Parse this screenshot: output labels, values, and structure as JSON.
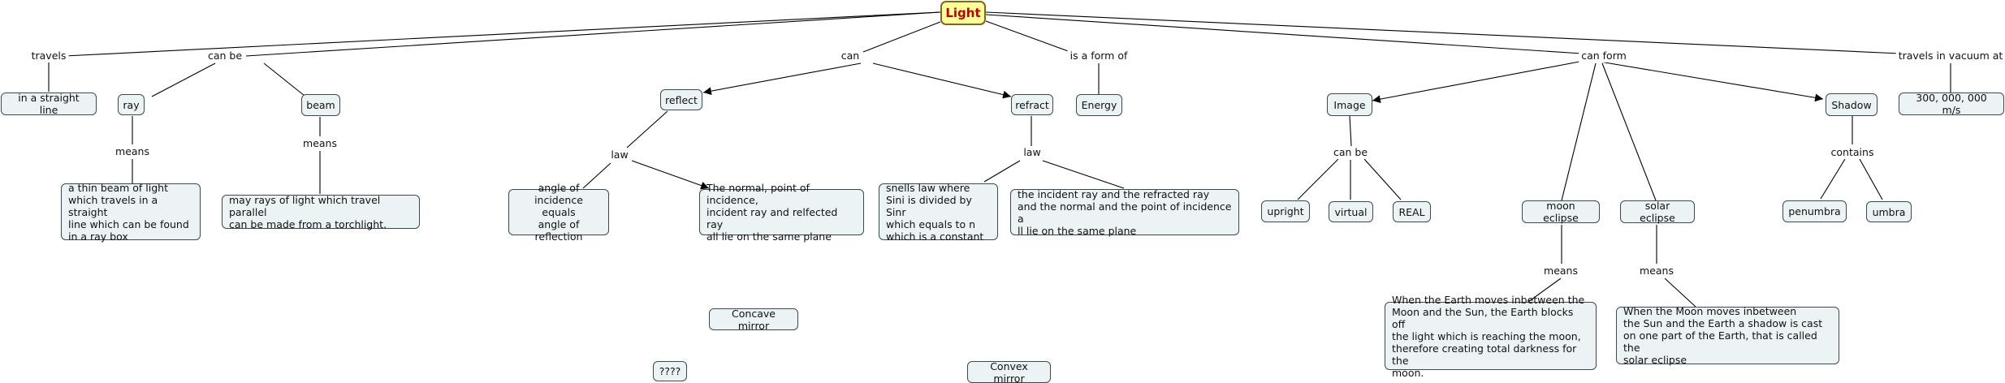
{
  "root": "Light",
  "nodes": {
    "straight_line": "in a straight line",
    "ray": "ray",
    "beam": "beam",
    "ray_desc": "a thin beam of light\nwhich travels in a straight\nline which can be found\nin a ray box",
    "beam_desc": "may rays of light which travel parallel\ncan be made from a torchlight.",
    "reflect": "reflect",
    "refract": "refract",
    "energy": "Energy",
    "incidence_reflection": "angle of incidence\nequals\nangle of reflection",
    "normal_plane": "The normal, point of incidence,\n incident ray and relfected ray\nall lie on the same plane",
    "snells": "snells law where\nSini is divided by Sinr\nwhich equals to n\nwhich is a constant",
    "refract_plane": "the incident ray and the refracted ray\nand the normal and the point of incidence a\nll lie on the same plane",
    "concave": "Concave mirror",
    "unknown": "????",
    "convex": "Convex mirror",
    "image": "Image",
    "upright": "upright",
    "virtual": "virtual",
    "real": "REAL",
    "moon_eclipse": "moon eclipse",
    "solar_eclipse": "solar eclipse",
    "moon_eclipse_desc": "When the Earth moves inbetween the\nMoon and the Sun, the Earth blocks off\nthe light which is reaching the moon,\ntherefore creating total darkness for the\nmoon.",
    "solar_eclipse_desc": "When the Moon moves inbetween\nthe Sun and the Earth a shadow is cast\non one part of the Earth, that is called the\nsolar eclipse",
    "shadow": "Shadow",
    "penumbra": "penumbra",
    "umbra": "umbra",
    "speed": "300, 000, 000 m/s"
  },
  "links": {
    "travels": "travels",
    "can_be": "can be",
    "can": "can",
    "is_form_of": "is a form of",
    "can_form": "can form",
    "travels_vacuum": "travels in vacuum at",
    "ray_means": "means",
    "beam_means": "means",
    "reflect_law": "law",
    "refract_law": "law",
    "image_can_be": "can be",
    "moon_means": "means",
    "solar_means": "means",
    "shadow_contains": "contains"
  }
}
